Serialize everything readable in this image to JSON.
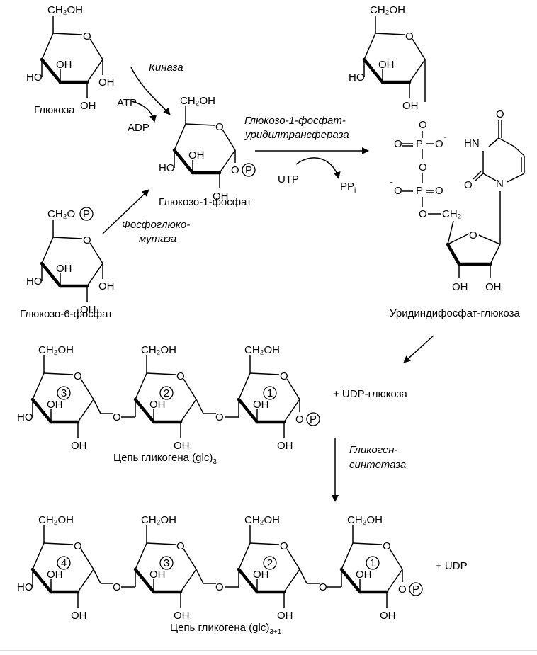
{
  "ring_text": {
    "ch2oh": "CH₂OH",
    "oh": "OH",
    "ho": "HO",
    "o": "O",
    "p": "P",
    "ch2": "CH₂",
    "ch2o": "CH₂O"
  },
  "compounds": {
    "glucose": "Глюкоза",
    "glucose_1_phosphate": "Глюкозо-1-фосфат",
    "glucose_6_phosphate": "Глюкозо-6-фосфат",
    "udp_glucose": "Уридиндифосфат-глюкоза"
  },
  "enzymes": {
    "kinase": "Киназа",
    "phosphoglucomutase_1": "Фосфоглюко-",
    "phosphoglucomutase_2": "мутаза",
    "uridylyltransferase_1": "Глюкозо-1-фосфат-",
    "uridylyltransferase_2": "уридилтрансфераза",
    "glycogen_synthase_1": "Гликоген-",
    "glycogen_synthase_2": "синтетаза"
  },
  "cofactors": {
    "atp": "ATP",
    "adp": "ADP",
    "utp": "UTP",
    "ppi": "PP",
    "ppi_sub": "i",
    "plus_udp_glucose": "+ UDP-глюкоза",
    "plus_udp": "+ UDP"
  },
  "chains": {
    "chain3_label": "Цепь гликогена (glc)",
    "chain3_sub": "3",
    "chain4_label": "Цепь гликогена (glc)",
    "chain4_sub": "3+1",
    "n1": "1",
    "n2": "2",
    "n3": "3",
    "n4": "4"
  },
  "udp_text": {
    "p": "P",
    "o": "O",
    "minus": "-",
    "hn": "HN",
    "n": "N"
  }
}
